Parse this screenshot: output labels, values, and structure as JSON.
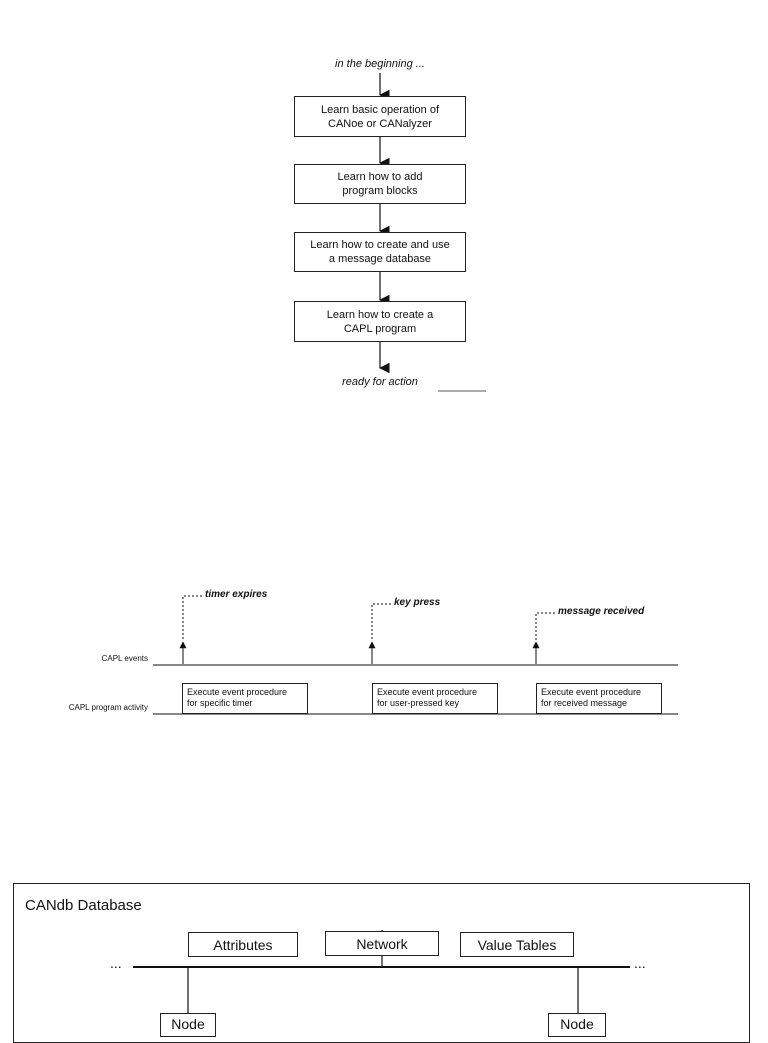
{
  "flowchart": {
    "start_label": "in the beginning ...",
    "steps": [
      {
        "line1": "Learn basic operation of",
        "line2": "CANoe or CANalyzer"
      },
      {
        "line1": "Learn how to add",
        "line2": "program blocks"
      },
      {
        "line1": "Learn how to create and use",
        "line2": "a message database"
      },
      {
        "line1": "Learn how to create a",
        "line2": "CAPL program"
      }
    ],
    "end_label": "ready for action"
  },
  "timeline": {
    "lane_events": "CAPL events",
    "lane_activity": "CAPL program activity",
    "events": [
      {
        "label": "timer expires",
        "proc_line1": "Execute event procedure",
        "proc_line2": "for specific timer"
      },
      {
        "label": "key press",
        "proc_line1": "Execute event procedure",
        "proc_line2": "for user-pressed key"
      },
      {
        "label": "message received",
        "proc_line1": "Execute event procedure",
        "proc_line2": "for received message"
      }
    ]
  },
  "database": {
    "title": "CANdb Database",
    "boxes": [
      "Attributes",
      "Network",
      "Value Tables"
    ],
    "left_ellipsis": "...",
    "right_ellipsis": "...",
    "node_left": "Node",
    "node_right": "Node"
  }
}
